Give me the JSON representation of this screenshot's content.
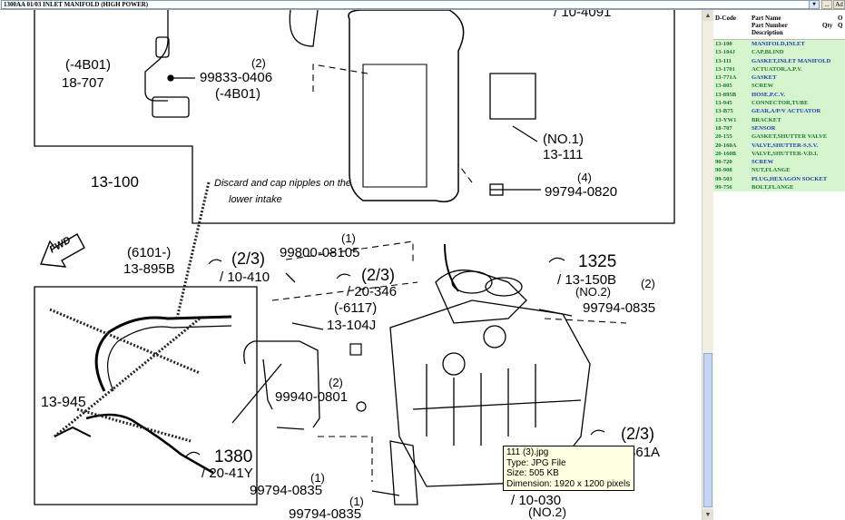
{
  "toolbar": {
    "title_select_value": "1300AA 01/03 INLET MANIFOLD (HIGH POWER)",
    "dropdown_glyph": "▾",
    "button_dots": "...",
    "button_add": "Ad"
  },
  "diagram": {
    "labels": {
      "b4b01a": "(-4B01)",
      "n18707": "18-707",
      "q2a": "(2)",
      "n99833": "99833-0406",
      "b4b01b": "(-4B01)",
      "no1": "(NO.1)",
      "n13111": "13-111",
      "q4": "(4)",
      "n99794_0820": "99794-0820",
      "n13100": "13-100",
      "note1": "Discard and cap nipples on the",
      "note2": "lower intake",
      "fwd": "FWD",
      "b6101": "(6101-)",
      "n13895b": "13-895B",
      "ratio1": "(2/3)",
      "ref10410": "/ 10-410",
      "q1a": "(1)",
      "n99800": "99800-08105",
      "ratio2": "(2/3)",
      "ref20346": "/ 20-346",
      "b6117": "(-6117)",
      "n13104j": "13-104J",
      "n1325": "1325",
      "ref13150b": "/ 13-150B",
      "no2a": "(NO.2)",
      "q2b": "(2)",
      "n99794_0835a": "99794-0835",
      "q2c": "(2)",
      "n99940": "99940-0801",
      "n13945": "13-945",
      "n1380": "1380",
      "ref2041y": "/ 20-41Y",
      "q1b": "(1)",
      "n99794_0835b": "99794-0835",
      "q1c": "(1)",
      "n99794_0835c": "99794-0835",
      "ratio3": "(2/3)",
      "ref20361a": "/ 20-361A",
      "no2b": "(NO.2)",
      "partial_top": "/ 10-4091",
      "partial_bottom": "/ 10-030"
    }
  },
  "tooltip": {
    "filename": "111 (3).jpg",
    "type": "Type: JPG File",
    "size": "Size: 505 KB",
    "dimension": "Dimension: 1920 x 1200 pixels"
  },
  "parts_table": {
    "headers": {
      "dcode": "D-Code",
      "name1": "Part Name",
      "name2": "Part Number",
      "name3": "Description",
      "qty": "Qty",
      "extra1": "O",
      "extra2": "Q"
    },
    "rows": [
      {
        "code": "13-100",
        "name": "MANIFOLD,INLET"
      },
      {
        "code": "13-104J",
        "name": "CAP,BLIND"
      },
      {
        "code": "13-111",
        "name": "GASKET,INLET MANIFOLD"
      },
      {
        "code": "13-1701",
        "name": "ACTUATOR,A.P.V."
      },
      {
        "code": "13-771A",
        "name": "GASKET"
      },
      {
        "code": "13-805",
        "name": "SCREW"
      },
      {
        "code": "13-895B",
        "name": "HOSE,P.C.V."
      },
      {
        "code": "13-945",
        "name": "CONNECTOR,TUBE"
      },
      {
        "code": "13-B75",
        "name": "GEAR,A/P/V ACTUATOR"
      },
      {
        "code": "13-YW1",
        "name": "BRACKET"
      },
      {
        "code": "18-707",
        "name": "SENSOR"
      },
      {
        "code": "20-155",
        "name": "GASKET,SHUTTER VALVE"
      },
      {
        "code": "20-160A",
        "name": "VALVE,SHUTTER-S.S.V."
      },
      {
        "code": "20-160B",
        "name": "VALVE,SHUTTER-V.D.I."
      },
      {
        "code": "90-720",
        "name": "SCREW"
      },
      {
        "code": "90-908",
        "name": "NUT,FLANGE"
      },
      {
        "code": "99-503",
        "name": "PLUG,HEXAGON SOCKET"
      },
      {
        "code": "99-756",
        "name": "BOLT,FLANGE"
      }
    ]
  },
  "scrollbar": {
    "up": "▲",
    "down": "▼"
  }
}
